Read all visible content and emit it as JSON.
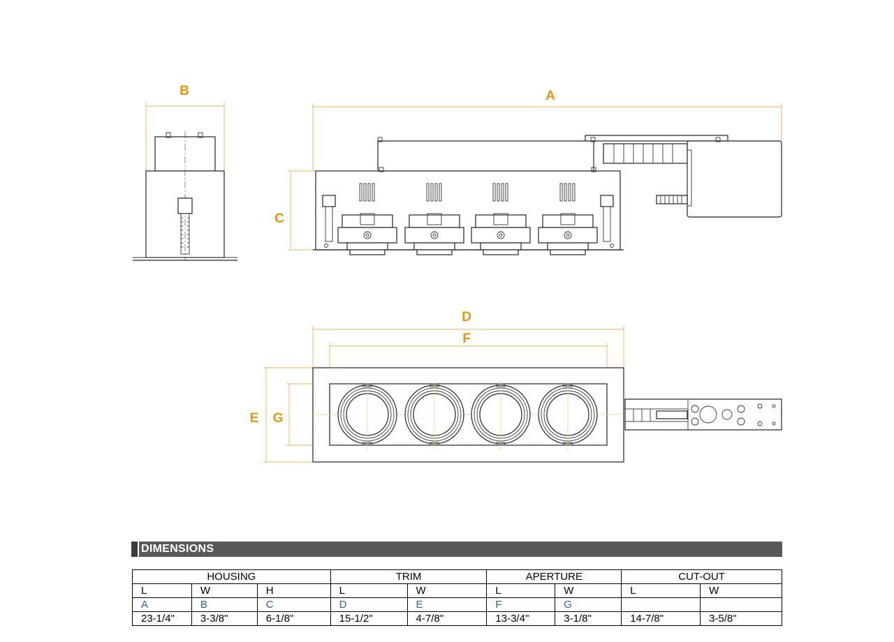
{
  "drawing": {
    "labels": {
      "A": "A",
      "B": "B",
      "C": "C",
      "D": "D",
      "E": "E",
      "F": "F",
      "G": "G"
    }
  },
  "dimensions_table": {
    "title": "DIMENSIONS",
    "groups": [
      {
        "name": "HOUSING",
        "columns": [
          {
            "axis": "L",
            "letter": "A",
            "value": "23-1/4\""
          },
          {
            "axis": "W",
            "letter": "B",
            "value": "3-3/8\""
          },
          {
            "axis": "H",
            "letter": "C",
            "value": "6-1/8\""
          }
        ]
      },
      {
        "name": "TRIM",
        "columns": [
          {
            "axis": "L",
            "letter": "D",
            "value": "15-1/2\""
          },
          {
            "axis": "W",
            "letter": "E",
            "value": "4-7/8\""
          }
        ]
      },
      {
        "name": "APERTURE",
        "columns": [
          {
            "axis": "L",
            "letter": "F",
            "value": "13-3/4\""
          },
          {
            "axis": "W",
            "letter": "G",
            "value": "3-1/8\""
          }
        ]
      },
      {
        "name": "CUT-OUT",
        "columns": [
          {
            "axis": "L",
            "letter": "",
            "value": "14-7/8\""
          },
          {
            "axis": "W",
            "letter": "",
            "value": "3-5/8\""
          }
        ]
      }
    ]
  },
  "colors": {
    "dimension_accent": "#e8960f",
    "letter_blue": "#2e5ea8",
    "header_bar": "#595959"
  }
}
